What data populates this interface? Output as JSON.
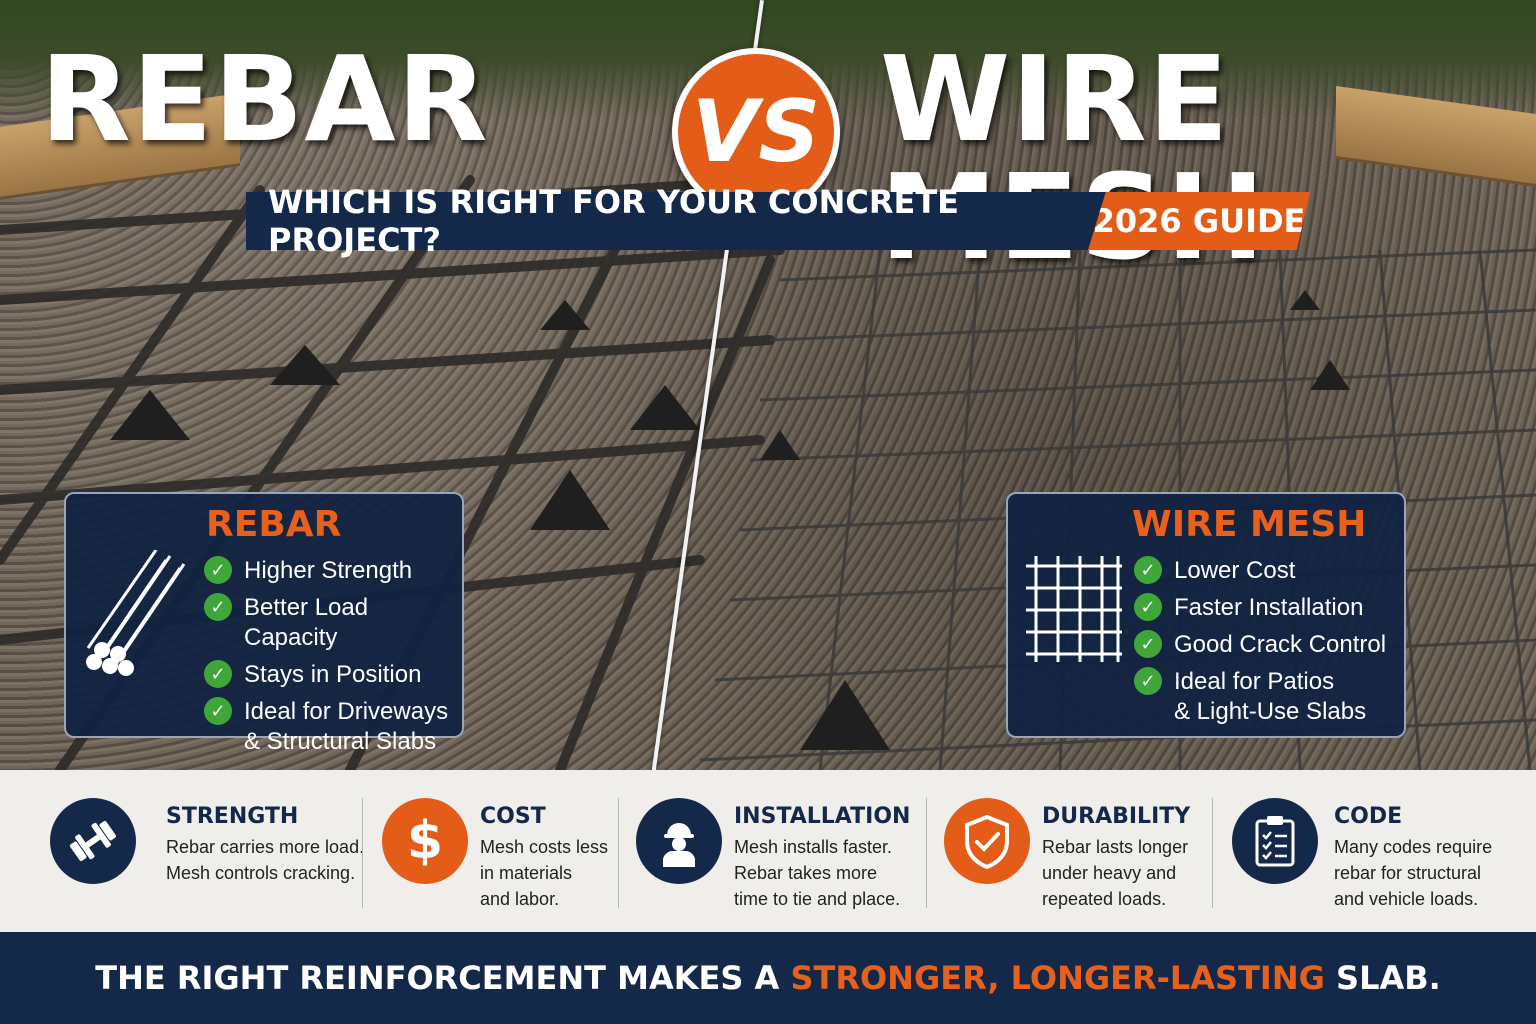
{
  "header": {
    "title_left": "REBAR",
    "vs": "VS",
    "title_right": "WIRE MESH",
    "subtitle": "WHICH IS RIGHT FOR YOUR CONCRETE PROJECT?",
    "guide_tag": "2026 GUIDE"
  },
  "panels": {
    "rebar": {
      "title": "REBAR",
      "icon": "rebar-bundle-icon",
      "features": [
        "Higher Strength",
        "Better Load Capacity",
        "Stays in Position",
        "Ideal for Driveways\n& Structural Slabs"
      ]
    },
    "mesh": {
      "title": "WIRE MESH",
      "icon": "wire-grid-icon",
      "features": [
        "Lower Cost",
        "Faster Installation",
        "Good Crack Control",
        "Ideal for Patios\n& Light-Use Slabs"
      ]
    }
  },
  "comparison": [
    {
      "title": "STRENGTH",
      "icon": "dumbbell-icon",
      "desc": "Rebar carries more load.\nMesh controls cracking."
    },
    {
      "title": "COST",
      "icon": "dollar-icon",
      "desc": "Mesh costs less\nin materials\nand labor."
    },
    {
      "title": "INSTALLATION",
      "icon": "worker-icon",
      "desc": "Mesh installs faster.\nRebar takes more\ntime to tie and place."
    },
    {
      "title": "DURABILITY",
      "icon": "shield-check-icon",
      "desc": "Rebar lasts longer\nunder heavy and\nrepeated loads."
    },
    {
      "title": "CODE",
      "icon": "clipboard-icon",
      "desc": "Many codes require\nrebar for structural\nand vehicle loads."
    }
  ],
  "footer": {
    "part1": "THE RIGHT REINFORCEMENT MAKES A ",
    "highlight": "STRONGER, LONGER-LASTING",
    "part2": " SLAB."
  },
  "colors": {
    "navy": "#14284a",
    "orange": "#e35d18",
    "check_green": "#3fa63a"
  }
}
